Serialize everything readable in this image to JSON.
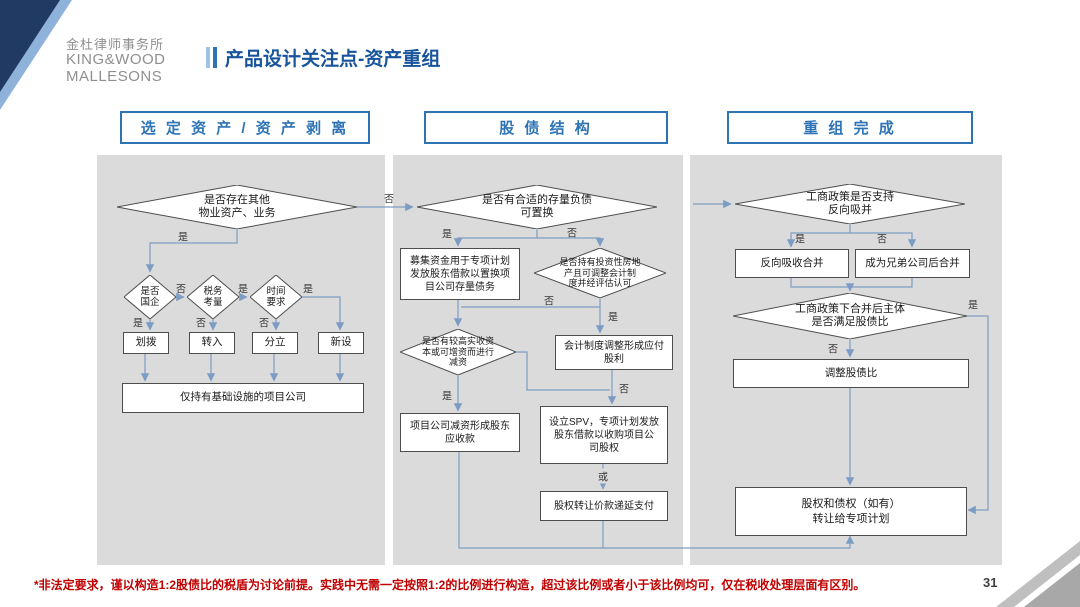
{
  "colors": {
    "accent_blue": "#2E74B5",
    "title_blue": "#17549B",
    "arrow_blue": "#7C9CC4",
    "panel_gray": "#DBDBDB",
    "footnote_red": "#C00000",
    "corner_navy": "#203A64"
  },
  "brand": {
    "name_cn": "金杜律师事务所",
    "name_en_line1": "KING&WOOD",
    "name_en_line2": "MALLESONS"
  },
  "slide": {
    "title": "产品设计关注点-资产重组",
    "page_number": "31",
    "footnote": "*非法定要求，谨以构造1:2股债比的税盾为讨论前提。实践中无需一定按照1:2的比例进行构造，超过该比例或者小于该比例均可，仅在税收处理层面有区别。"
  },
  "columns": [
    {
      "header": "选 定 资 产 / 资 产 剥 离"
    },
    {
      "header": "股 债 结 构"
    },
    {
      "header": "重 组 完 成"
    }
  ],
  "nodes": {
    "c1_d1": "是否存在其他\n物业资产、业务",
    "c1_d2": "是否\n国企",
    "c1_d3": "税务\n考量",
    "c1_d4": "时间\n要求",
    "c1_b1": "划拨",
    "c1_b2": "转入",
    "c1_b3": "分立",
    "c1_b4": "新设",
    "c1_b5": "仅持有基础设施的项目公司",
    "c2_d1": "是否有合适的存量负债\n可置换",
    "c2_b1": "募集资金用于专项计划\n发放股东借款以置换项\n目公司存量债务",
    "c2_d2": "是否持有投资性房地\n产且可调整会计制\n度并经评估认可",
    "c2_b2": "会计制度调整形成应付\n股利",
    "c2_d3": "是否有较高实收资\n本或可增资而进行\n减资",
    "c2_b3": "项目公司减资形成股东\n应收款",
    "c2_b4": "设立SPV，专项计划发放\n股东借款以收购项目公\n司股权",
    "c2_b5": "股权转让价款递延支付",
    "c3_d1": "工商政策是否支持\n反向吸并",
    "c3_b1": "反向吸收合并",
    "c3_b2": "成为兄弟公司后合并",
    "c3_d2": "工商政策下合并后主体\n是否满足股债比",
    "c3_b3": "调整股债比",
    "c3_b4": "股权和债权（如有）\n转让给专项计划"
  },
  "labels": {
    "yes": "是",
    "no": "否",
    "or": "或"
  }
}
